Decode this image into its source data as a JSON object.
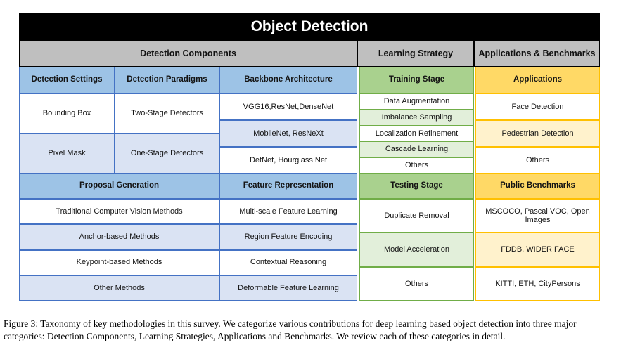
{
  "taxonomy": {
    "title": "Object Detection",
    "groups": [
      {
        "label": "Detection Components"
      },
      {
        "label": "Learning Strategy"
      },
      {
        "label": "Applications & Benchmarks"
      }
    ],
    "sections": {
      "detection_settings": {
        "header": "Detection Settings",
        "cells": [
          "Bounding Box",
          "Pixel Mask"
        ]
      },
      "detection_paradigms": {
        "header": "Detection Paradigms",
        "cells": [
          "Two-Stage Detectors",
          "One-Stage Detectors"
        ]
      },
      "backbone_architecture": {
        "header": "Backbone Architecture",
        "cells": [
          "VGG16,ResNet,DenseNet",
          "MobileNet, ResNeXt",
          "DetNet, Hourglass Net"
        ]
      },
      "proposal_generation": {
        "header": "Proposal Generation",
        "cells": [
          "Traditional Computer Vision Methods",
          "Anchor-based Methods",
          "Keypoint-based Methods",
          "Other Methods"
        ]
      },
      "feature_representation": {
        "header": "Feature Representation",
        "cells": [
          "Multi-scale Feature Learning",
          "Region Feature Encoding",
          "Contextual Reasoning",
          "Deformable Feature Learning"
        ]
      },
      "training_stage": {
        "header": "Training Stage",
        "cells": [
          "Data Augmentation",
          "Imbalance Sampling",
          "Localization Refinement",
          "Cascade Learning",
          "Others"
        ]
      },
      "testing_stage": {
        "header": "Testing Stage",
        "cells": [
          "Duplicate Removal",
          "Model Acceleration",
          "Others"
        ]
      },
      "applications": {
        "header": "Applications",
        "cells": [
          "Face Detection",
          "Pedestrian Detection",
          "Others"
        ]
      },
      "public_benchmarks": {
        "header": "Public Benchmarks",
        "cells": [
          "MSCOCO, Pascal VOC, Open Images",
          "FDDB, WIDER FACE",
          "KITTI, ETH, CityPersons"
        ]
      }
    }
  },
  "caption": {
    "text": "Figure 3: Taxonomy of key methodologies in this survey. We categorize various contributions for deep learning based object detection into three major categories: Detection Components, Learning Strategies, Applications and Benchmarks. We review each of these categories in detail."
  },
  "colors": {
    "title_bg": "#000000",
    "title_text": "#FFFFFF",
    "group_header_bg": "#BFBFBF",
    "blue_header": "#9DC3E6",
    "blue_light": "#DAE3F3",
    "blue_border": "#4472C4",
    "green_header": "#A9D18E",
    "green_light": "#E2EFDA",
    "green_border": "#70AD47",
    "yellow_header": "#FFD966",
    "yellow_light": "#FFF2CC",
    "yellow_border": "#FFC000"
  }
}
